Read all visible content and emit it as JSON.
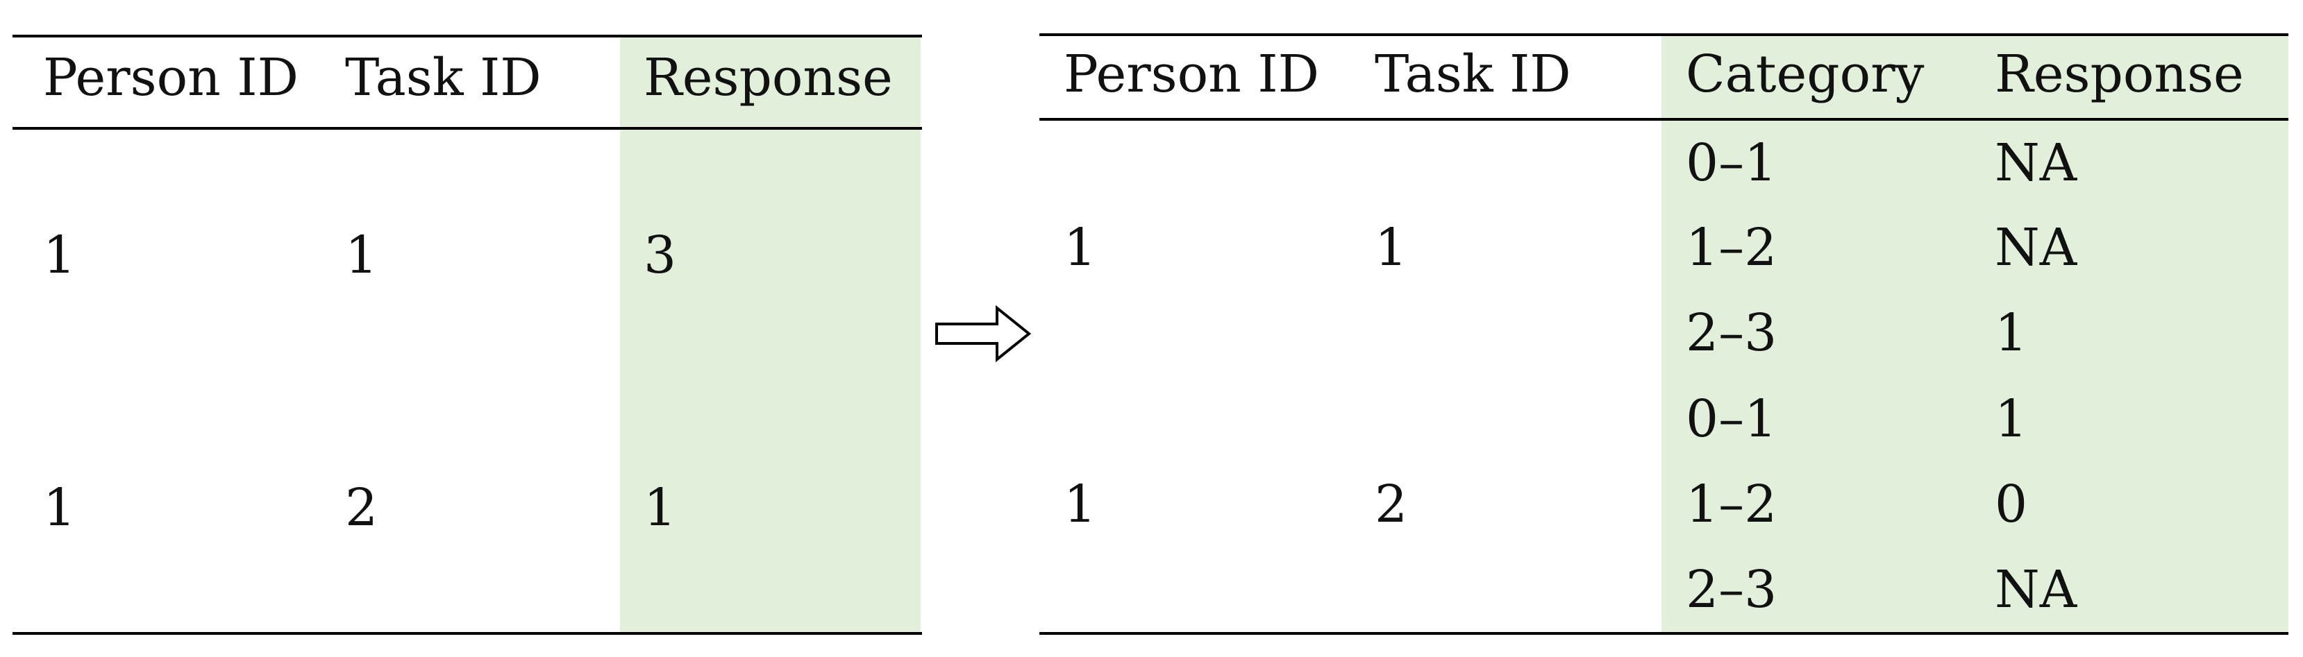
{
  "left_table": {
    "headers": [
      "Person ID",
      "Task ID",
      "Response"
    ],
    "rows": [
      [
        "1",
        "1",
        "3"
      ],
      [
        "1",
        "2",
        "1"
      ]
    ],
    "highlight_color": "#e2efda"
  },
  "transform_arrow": {
    "icon": "right-arrow-icon"
  },
  "right_table": {
    "headers": [
      "Person ID",
      "Task ID",
      "Category",
      "Response"
    ],
    "groups": [
      {
        "person_id": "1",
        "task_id": "1",
        "rows": [
          {
            "category": "0–1",
            "response": "NA"
          },
          {
            "category": "1–2",
            "response": "NA"
          },
          {
            "category": "2–3",
            "response": "1"
          }
        ]
      },
      {
        "person_id": "1",
        "task_id": "2",
        "rows": [
          {
            "category": "0–1",
            "response": "1"
          },
          {
            "category": "1–2",
            "response": "0"
          },
          {
            "category": "2–3",
            "response": "NA"
          }
        ]
      }
    ],
    "highlight_color": "#e2efda"
  }
}
